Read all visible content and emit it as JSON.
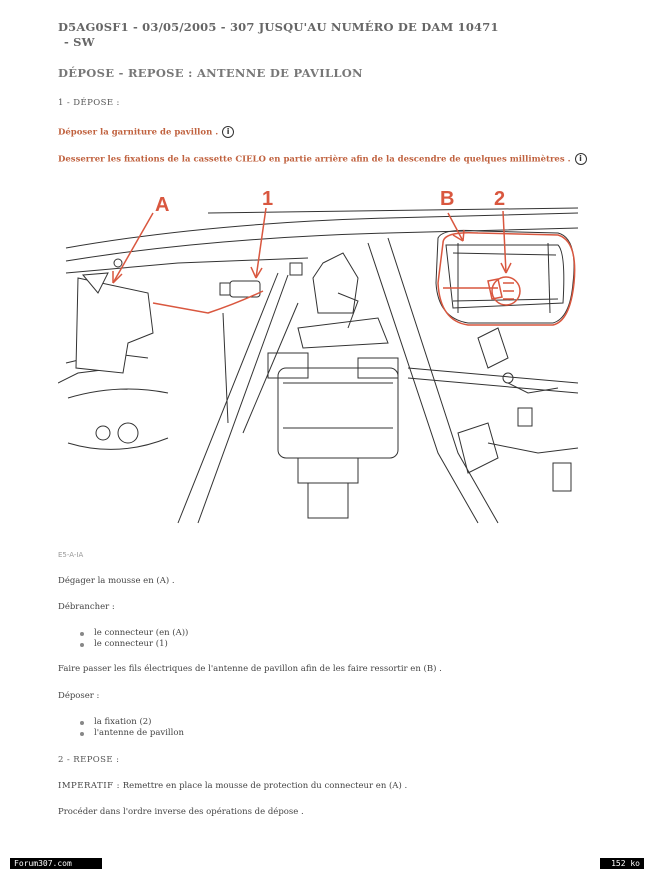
{
  "header": {
    "line1": "D5AG0SF1 - 03/05/2005 - 307 JUSQU'AU NUMÉRO DE DAM 10471",
    "line2": "- SW"
  },
  "title": "DÉPOSE - REPOSE : ANTENNE DE PAVILLON",
  "depose": {
    "heading": "1 - DÉPOSE :",
    "step1": "Déposer la garniture de pavillon .",
    "step2": "Desserrer les fixations de la cassette CIELO en partie arrière afin de la descendre de quelques millimètres .",
    "info_icon": "i"
  },
  "figure": {
    "label_a": "A",
    "label_1": "1",
    "label_b": "B",
    "label_2": "2",
    "caption": "E5-A-IA"
  },
  "steps": {
    "degager": "Dégager la mousse en (A) .",
    "debrancher": "Débrancher :",
    "debrancher_items": [
      "le connecteur (en (A))",
      "le connecteur (1)"
    ],
    "faire_passer": "Faire passer les fils électriques de l'antenne de pavillon afin de les faire ressortir en (B) .",
    "deposer": "Déposer :",
    "deposer_items": [
      "la fixation (2)",
      "l'antenne de pavillon"
    ]
  },
  "repose": {
    "heading": "2 - REPOSE :",
    "imperatif_label": "IMPERATIF :",
    "imperatif_text": "Remettre en place la mousse de protection du connecteur en (A) .",
    "proceder": "Procéder dans l'ordre inverse des opérations de dépose ."
  },
  "footer": {
    "site": "Forum307.com",
    "size": "152 ko"
  },
  "colors": {
    "accent_red": "#c0623f",
    "annotation_red": "#d9573f"
  }
}
